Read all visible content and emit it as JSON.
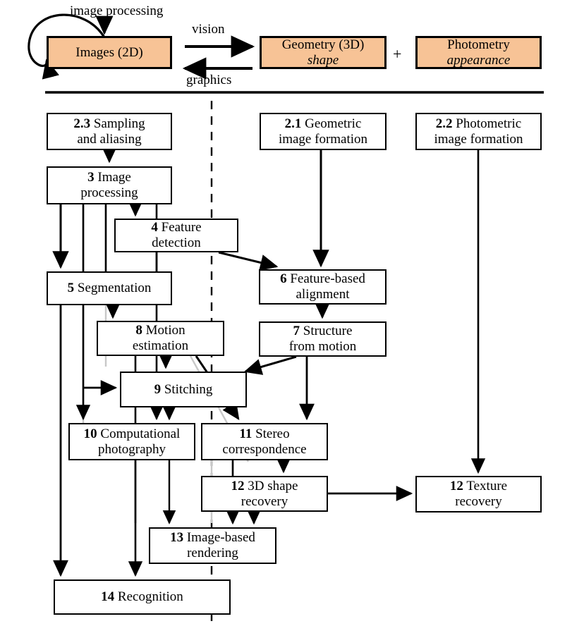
{
  "diagram": {
    "title": "Computer vision textbook chapter dependency flowchart",
    "accent_box_color": "#f7c396",
    "line_color": "#000000",
    "faint_line_color": "#c8c8c8"
  },
  "top_row": {
    "boxes": [
      {
        "id": "images-2d",
        "num": "",
        "line1": "Images (2D)",
        "line2": "",
        "filled": true
      },
      {
        "id": "geometry-3d",
        "num": "",
        "line1": "Geometry (3D)",
        "line2": "shape",
        "filled": true
      },
      {
        "id": "photometry",
        "num": "",
        "line1": "Photometry",
        "line2": "appearance",
        "filled": true
      }
    ],
    "labels": {
      "image_processing": "image processing",
      "vision": "vision",
      "graphics": "graphics",
      "plus": "+"
    }
  },
  "chapters": [
    {
      "id": "ch2-3",
      "num": "2.3",
      "line1": "Sampling",
      "line2": "and aliasing"
    },
    {
      "id": "ch3",
      "num": "3",
      "line1": "Image",
      "line2": "processing"
    },
    {
      "id": "ch2-1",
      "num": "2.1",
      "line1": "Geometric",
      "line2": "image formation"
    },
    {
      "id": "ch2-2",
      "num": "2.2",
      "line1": "Photometric",
      "line2": "image formation"
    },
    {
      "id": "ch4",
      "num": "4",
      "line1": "Feature",
      "line2": "detection"
    },
    {
      "id": "ch5",
      "num": "5",
      "line1": "Segmentation",
      "line2": ""
    },
    {
      "id": "ch6",
      "num": "6",
      "line1": "Feature-based",
      "line2": "alignment"
    },
    {
      "id": "ch7",
      "num": "7",
      "line1": "Structure",
      "line2": "from motion"
    },
    {
      "id": "ch8",
      "num": "8",
      "line1": "Motion",
      "line2": "estimation"
    },
    {
      "id": "ch9",
      "num": "9",
      "line1": "Stitching",
      "line2": ""
    },
    {
      "id": "ch10",
      "num": "10",
      "line1": "Computational",
      "line2": "photography"
    },
    {
      "id": "ch11",
      "num": "11",
      "line1": "Stereo",
      "line2": "correspondence"
    },
    {
      "id": "ch12a",
      "num": "12",
      "line1": "3D shape",
      "line2": "recovery"
    },
    {
      "id": "ch12b",
      "num": "12",
      "line1": "Texture",
      "line2": "recovery"
    },
    {
      "id": "ch13",
      "num": "13",
      "line1": "Image-based",
      "line2": "rendering"
    },
    {
      "id": "ch14",
      "num": "14",
      "line1": "Recognition",
      "line2": ""
    }
  ]
}
